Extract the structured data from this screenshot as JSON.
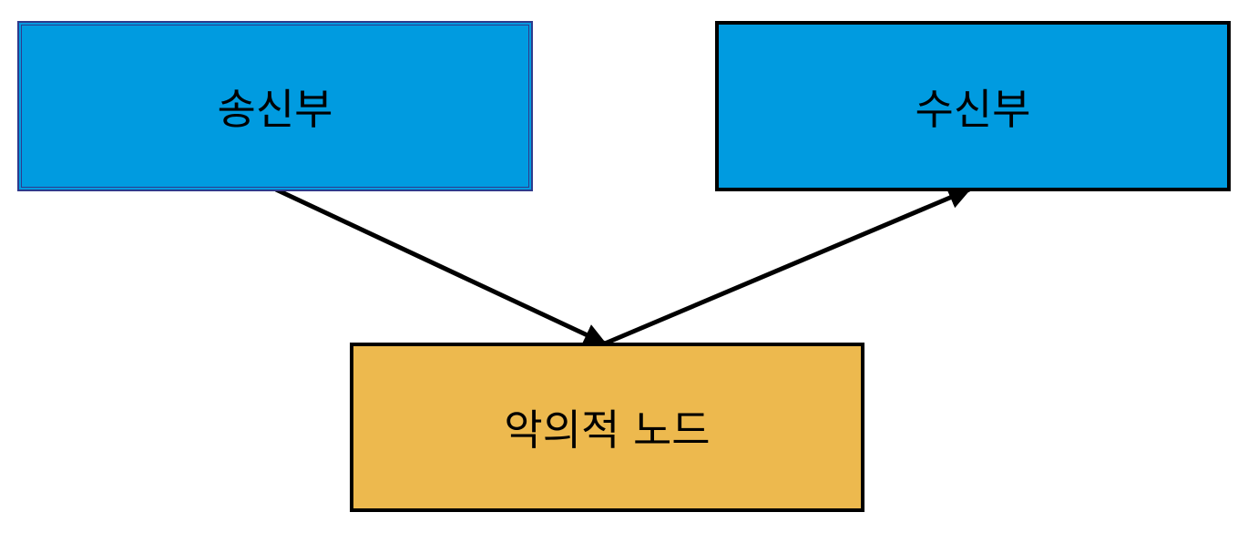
{
  "nodes": {
    "sender": {
      "label": "송신부",
      "color": "#009be0"
    },
    "receiver": {
      "label": "수신부",
      "color": "#009be0"
    },
    "malicious": {
      "label": "악의적 노드",
      "color": "#edb94e"
    }
  },
  "edges": [
    {
      "from": "sender",
      "to": "malicious"
    },
    {
      "from": "malicious",
      "to": "receiver"
    }
  ],
  "line_color": "#000000"
}
